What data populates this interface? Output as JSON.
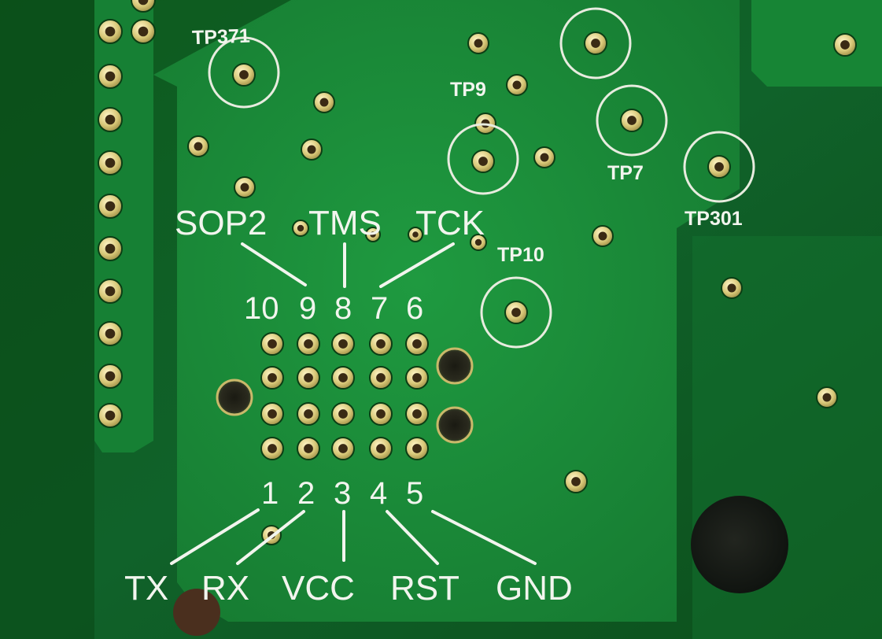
{
  "test_points": [
    {
      "id": "tp371",
      "label": "TP371"
    },
    {
      "id": "tp9",
      "label": "TP9"
    },
    {
      "id": "tp7",
      "label": "TP7"
    },
    {
      "id": "tp301",
      "label": "TP301"
    },
    {
      "id": "tp10",
      "label": "TP10"
    }
  ],
  "header": {
    "top_pins": [
      "10",
      "9",
      "8",
      "7",
      "6"
    ],
    "bottom_pins": [
      "1",
      "2",
      "3",
      "4",
      "5"
    ],
    "top_signals": [
      "SOP2",
      "TMS",
      "TCK"
    ],
    "bottom_signals": [
      "TX",
      "RX",
      "VCC",
      "RST",
      "GND"
    ]
  },
  "colors": {
    "board_green": "#0e5a1e",
    "copper_pour": "#1a8a38",
    "silkscreen": "#f2f5ee",
    "pad_gold": "#d8c878"
  }
}
